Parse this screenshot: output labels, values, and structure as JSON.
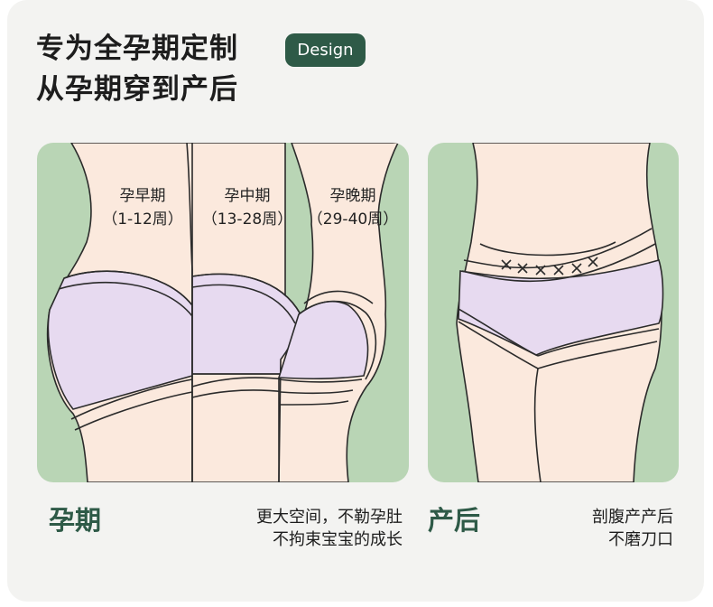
{
  "header": {
    "title_line1": "专为全孕期定制",
    "title_line2": "从孕期穿到产后",
    "badge": "Design"
  },
  "colors": {
    "accent": "#2e5a47",
    "panel_green": "#b9d5b5",
    "skin": "#fbe9dd",
    "fabric": "#e7daf0",
    "outline": "#2b2b2b"
  },
  "pregnancy": {
    "stages": [
      {
        "name": "孕早期",
        "range": "（1-12周）"
      },
      {
        "name": "孕中期",
        "range": "（13-28周）"
      },
      {
        "name": "孕晚期",
        "range": "（29-40周）"
      }
    ],
    "title": "孕期",
    "description_line1": "更大空间，不勒孕肚",
    "description_line2": "不拘束宝宝的成长"
  },
  "postpartum": {
    "title": "产后",
    "description_line1": "剖腹产产后",
    "description_line2": "不磨刀口"
  }
}
